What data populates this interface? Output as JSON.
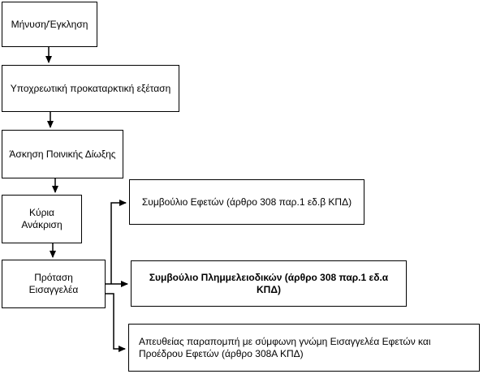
{
  "diagram": {
    "title": "Greek criminal procedure flowchart",
    "colors": {
      "background": "#ffffff",
      "node_fill": "#ffffff",
      "node_border": "#000000",
      "text": "#000000",
      "connector": "#000000"
    },
    "nodes": [
      {
        "id": "minysi",
        "label": "Μήνυση/Έγκληση"
      },
      {
        "id": "prokatarktiki",
        "label": "Υποχρεωτική προκαταρκτική εξέταση"
      },
      {
        "id": "askisi",
        "label": "Άσκηση Ποινικής Δίωξης"
      },
      {
        "id": "kyria",
        "label": "Κύρια Ανάκριση"
      },
      {
        "id": "protasi",
        "label": "Πρόταση Εισαγγελέα"
      },
      {
        "id": "symvoulio-efeton",
        "label": "Συμβούλιο Εφετών (άρθρο 308 παρ.1 εδ.β ΚΠΔ)"
      },
      {
        "id": "symvoulio-plimmeleiodikon",
        "label": "Συμβούλιο Πλημμελειοδικών (άρθρο 308 παρ.1 εδ.α ΚΠΔ)",
        "bold": true
      },
      {
        "id": "apeftheias-parapompi",
        "label": "Απευθείας παραπομπή με σύμφωνη γνώμη Εισαγγελέα Εφετών και Προέδρου Εφετών (άρθρο 308Α ΚΠΔ)"
      }
    ],
    "edges": [
      {
        "from": "minysi",
        "to": "prokatarktiki"
      },
      {
        "from": "prokatarktiki",
        "to": "askisi"
      },
      {
        "from": "askisi",
        "to": "kyria"
      },
      {
        "from": "kyria",
        "to": "protasi"
      },
      {
        "from": "protasi",
        "to": "symvoulio-efeton"
      },
      {
        "from": "protasi",
        "to": "symvoulio-plimmeleiodikon"
      },
      {
        "from": "protasi",
        "to": "apeftheias-parapompi"
      }
    ]
  }
}
